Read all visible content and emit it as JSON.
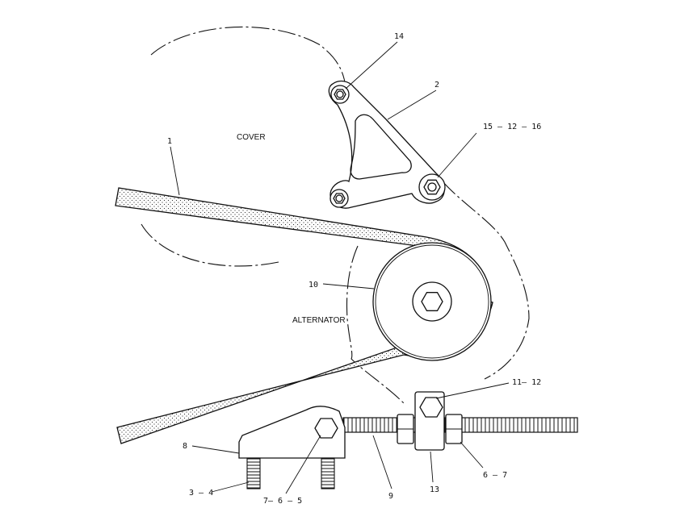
{
  "labels": {
    "cover": "COVER",
    "alternator": "ALTERNATOR"
  },
  "callouts": {
    "c1": "1",
    "c2": "2",
    "c14": "14",
    "c15_12_16": "15 — 12 — 16",
    "c10": "10",
    "c11_12": "11— 12",
    "c8": "8",
    "c3_4": "3 — 4",
    "c7_6_5": "7— 6 — 5",
    "c9": "9",
    "c13": "13",
    "c6_7": "6 — 7"
  },
  "colors": {
    "ink": "#111111",
    "paper": "#ffffff"
  }
}
